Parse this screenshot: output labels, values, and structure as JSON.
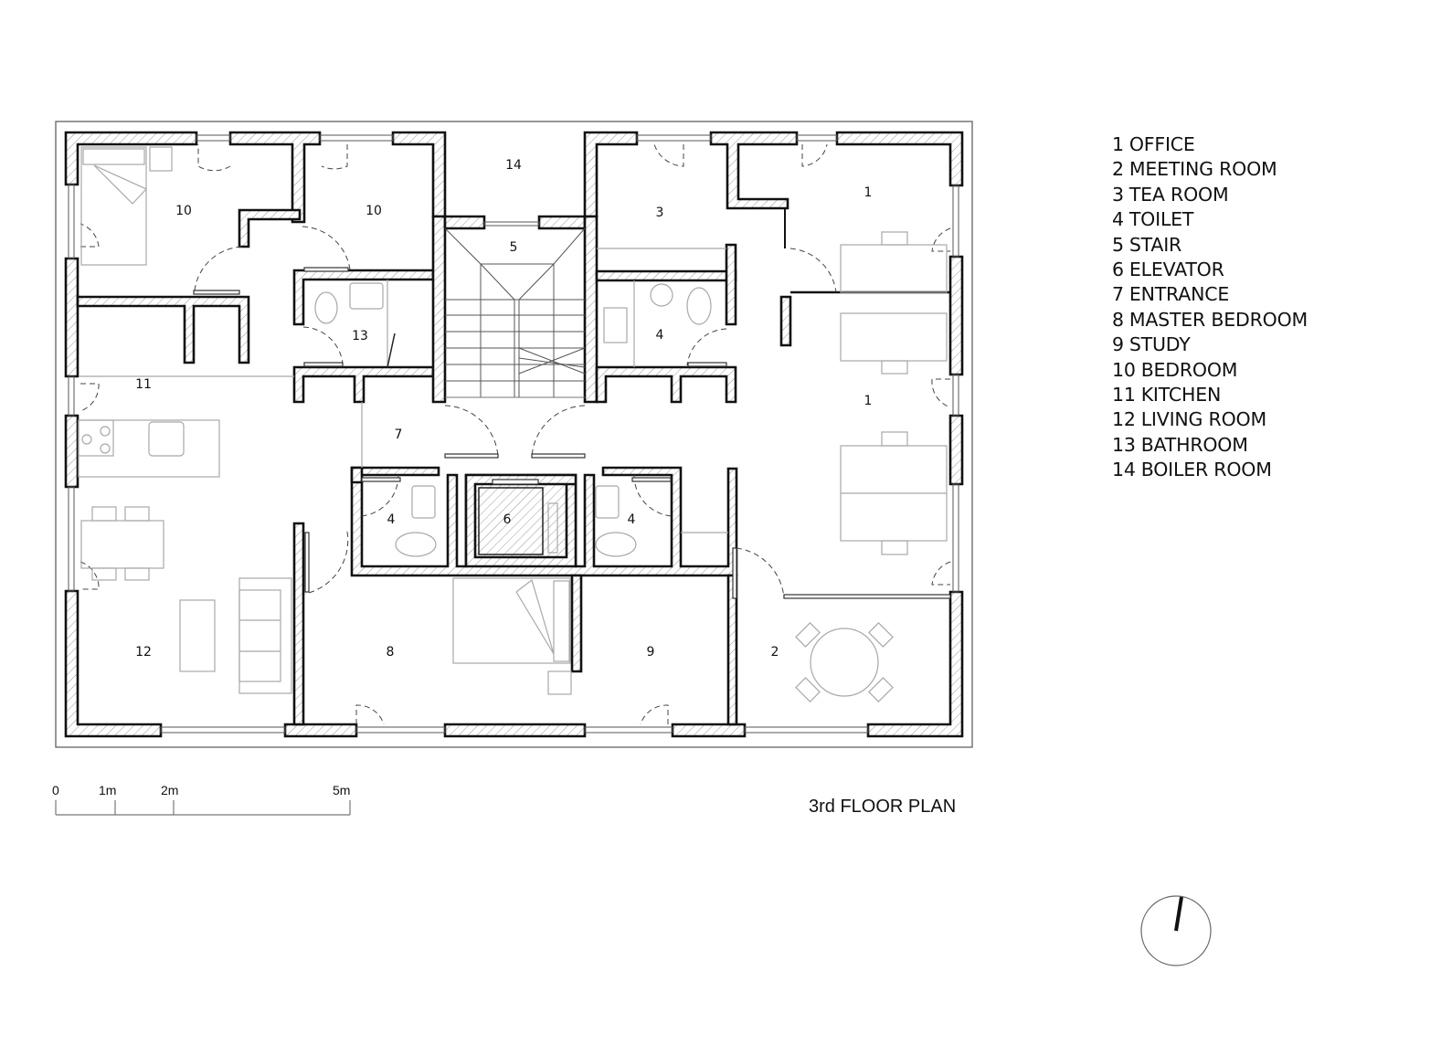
{
  "title": "3rd FLOOR PLAN",
  "legend": [
    {
      "num": "1",
      "label": "OFFICE"
    },
    {
      "num": "2",
      "label": "MEETING ROOM"
    },
    {
      "num": "3",
      "label": "TEA ROOM"
    },
    {
      "num": "4",
      "label": "TOILET"
    },
    {
      "num": "5",
      "label": "STAIR"
    },
    {
      "num": "6",
      "label": "ELEVATOR"
    },
    {
      "num": "7",
      "label": "ENTRANCE"
    },
    {
      "num": "8",
      "label": "MASTER BEDROOM"
    },
    {
      "num": "9",
      "label": "STUDY"
    },
    {
      "num": "10",
      "label": "BEDROOM"
    },
    {
      "num": "11",
      "label": "KITCHEN"
    },
    {
      "num": "12",
      "label": "LIVING ROOM"
    },
    {
      "num": "13",
      "label": "BATHROOM"
    },
    {
      "num": "14",
      "label": "BOILER ROOM"
    }
  ],
  "rooms": {
    "bedroom_a": "10",
    "bedroom_b": "10",
    "boiler": "14",
    "tea": "3",
    "office_top": "1",
    "stair": "5",
    "bathroom": "13",
    "toilet_top": "4",
    "kitchen": "11",
    "office_mid": "1",
    "entrance": "7",
    "toilet_left": "4",
    "elevator": "6",
    "toilet_right": "4",
    "living": "12",
    "master": "8",
    "study": "9",
    "meeting": "2"
  },
  "scale_bar": {
    "labels": [
      "0",
      "1m",
      "2m",
      "5m"
    ]
  },
  "north_arrow": "north-arrow"
}
